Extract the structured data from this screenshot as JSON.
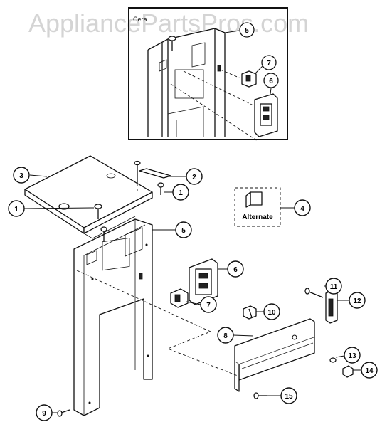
{
  "watermark": "AppliancePartsPros.com",
  "inset": {
    "label": "Cera",
    "callouts": [
      "5",
      "7",
      "6"
    ]
  },
  "alternate_label": "Alternate",
  "callouts": [
    "3",
    "2",
    "1",
    "4",
    "1",
    "5",
    "6",
    "7",
    "11",
    "12",
    "10",
    "8",
    "13",
    "14",
    "15",
    "9"
  ]
}
